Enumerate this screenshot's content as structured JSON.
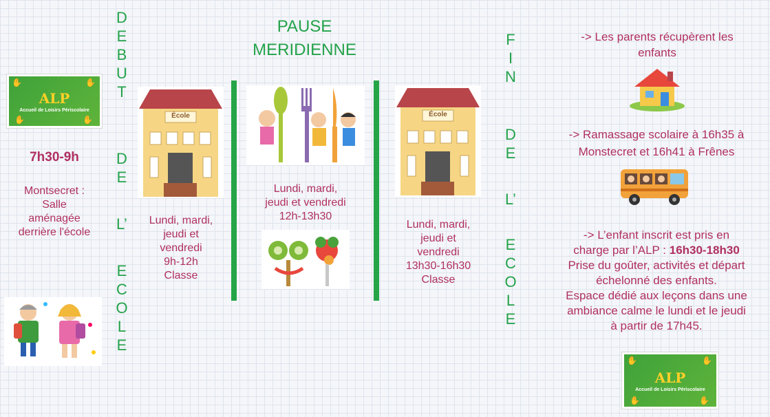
{
  "left": {
    "logo_main": "ALP",
    "logo_sub": "Accueil de Loisirs Périscolaire",
    "hours": "7h30-9h",
    "place_lines": [
      "Montsecret :",
      "Salle",
      "aménagée",
      "derrière l'école"
    ]
  },
  "debut": {
    "letters_word1": [
      "D",
      "E",
      "B",
      "U",
      "T"
    ],
    "letters_word2": [
      "D",
      "E"
    ],
    "letters_word3": [
      "L’"
    ],
    "letters_word4": [
      "E",
      "C",
      "O",
      "L",
      "E"
    ]
  },
  "morning": {
    "school_sign": "École",
    "lines": [
      "Lundi, mardi,",
      "jeudi et",
      "vendredi",
      "9h-12h",
      "Classe"
    ]
  },
  "lunch": {
    "title_lines": [
      "PAUSE",
      "MERIDIENNE"
    ],
    "lines": [
      "Lundi, mardi,",
      "jeudi et vendredi",
      "12h-13h30"
    ]
  },
  "afternoon": {
    "school_sign": "École",
    "lines": [
      "Lundi, mardi,",
      "jeudi et",
      "vendredi",
      "13h30-16h30",
      "Classe"
    ]
  },
  "fin": {
    "letters_word1": [
      "F",
      "I",
      "N"
    ],
    "letters_word2": [
      "D",
      "E"
    ],
    "letters_word3": [
      "L’"
    ],
    "letters_word4": [
      "E",
      "C",
      "O",
      "L",
      "E"
    ]
  },
  "right": {
    "p1_lines": [
      "-> Les parents récupèrent les",
      "enfants"
    ],
    "p2_lines": [
      "-> Ramassage scolaire à 16h35 à",
      "Monstecret et 16h41 à Frênes"
    ],
    "p3_line1": "-> L’enfant inscrit est pris en",
    "p3_line2_a": "charge par l’ALP : ",
    "p3_line2_b": "16h30-18h30",
    "p3_rest": [
      "Prise du goûter, activités et départ",
      "échelonné des enfants.",
      "Espace dédié aux leçons dans une",
      "ambiance calme le lundi et le jeudi",
      "à partir de 17h45."
    ],
    "logo_main": "ALP",
    "logo_sub": "Accueil de Loisirs Périscolaire"
  },
  "colors": {
    "text": "#b0305f",
    "green": "#24a24a",
    "roof": "#b8454a",
    "wall": "#f6d684"
  }
}
